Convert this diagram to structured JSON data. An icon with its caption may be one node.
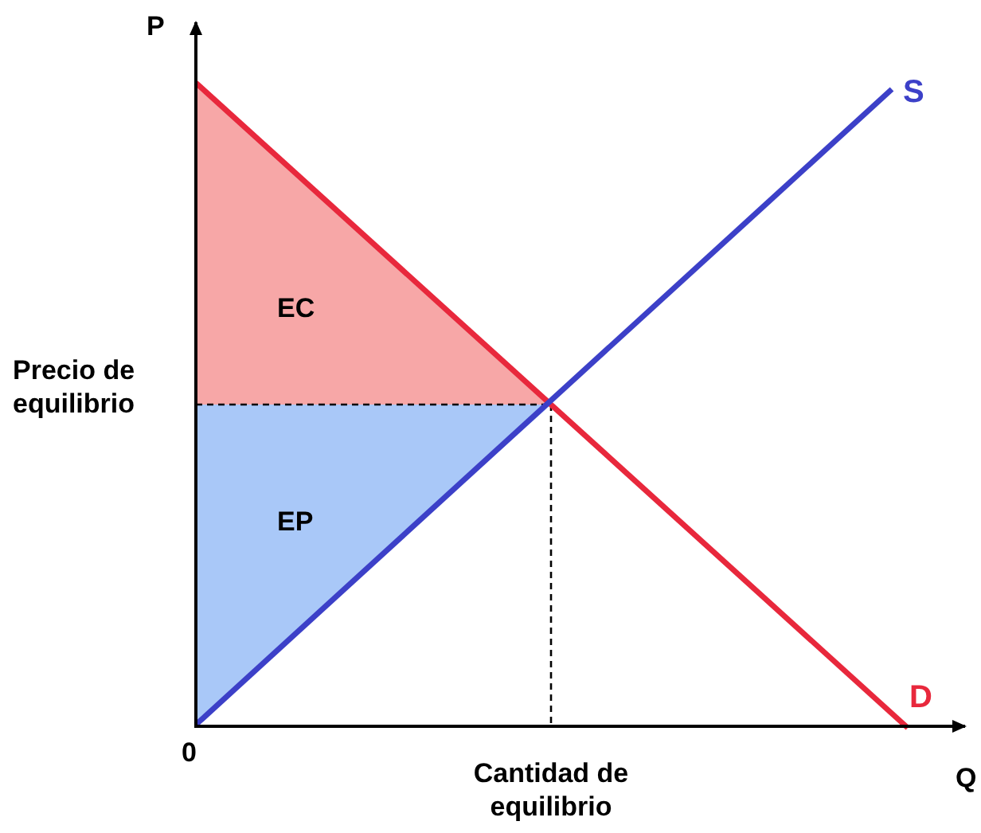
{
  "diagram": {
    "labels": [
      "P",
      "S",
      "EC",
      "Precio de equilibrio",
      "EP",
      "0",
      "D",
      "Cantidad de equilibrio",
      "Q"
    ]
  }
}
